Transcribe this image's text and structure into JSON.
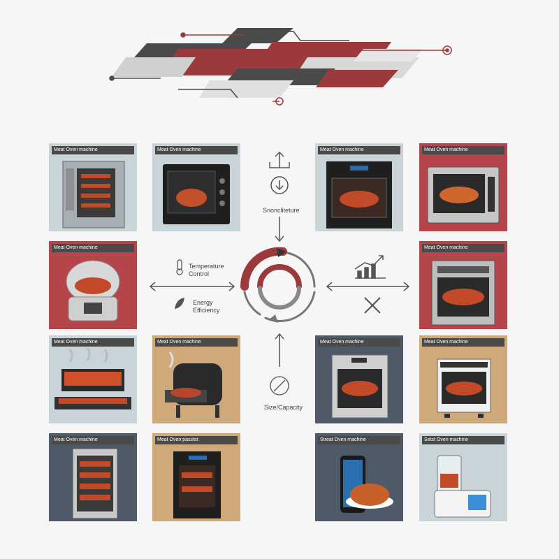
{
  "tiles": [
    {
      "label": "Meat Oven machine",
      "bg": "#c9d4d8",
      "kind": "combi"
    },
    {
      "label": "Meat Oven machine",
      "bg": "#c9d4d8",
      "kind": "countertop"
    },
    {
      "label": "Meat Oven machine",
      "bg": "#c9d4d8",
      "kind": "builtin"
    },
    {
      "label": "Meat Oven machine",
      "bg": "#b5454a",
      "kind": "toaster"
    },
    {
      "label": "Meat Oven machine",
      "bg": "#b5454a",
      "kind": "airfryer"
    },
    {
      "label": "Meat Oven machine",
      "bg": "#b5454a",
      "kind": "wall"
    },
    {
      "label": "Meat Oven machine",
      "bg": "#c9d4d8",
      "kind": "grill"
    },
    {
      "label": "Meat Oven machine",
      "bg": "#cfa97a",
      "kind": "smoker"
    },
    {
      "label": "Meat Oven machine",
      "bg": "#4e5a68",
      "kind": "builtin2"
    },
    {
      "label": "Meat Oven machine",
      "bg": "#cfa97a",
      "kind": "countertop2"
    },
    {
      "label": "Meat Oven machine",
      "bg": "#4e5a68",
      "kind": "rack"
    },
    {
      "label": "Meat Oven passtst",
      "bg": "#cfa97a",
      "kind": "compact"
    },
    {
      "label": "Streat Oven machine",
      "bg": "#4e5a68",
      "kind": "smart"
    },
    {
      "label": "Setst Oven machine",
      "bg": "#c9d4d8",
      "kind": "appliance"
    }
  ],
  "features": {
    "top": "Snoncliteture",
    "left_top": "Temperature Control",
    "left_bottom": "Energy Efficiency",
    "bottom": "Size/Capacity"
  },
  "colors": {
    "red": "#9b3a3c",
    "dark": "#4a4a4a",
    "grey": "#bfbfbf"
  }
}
